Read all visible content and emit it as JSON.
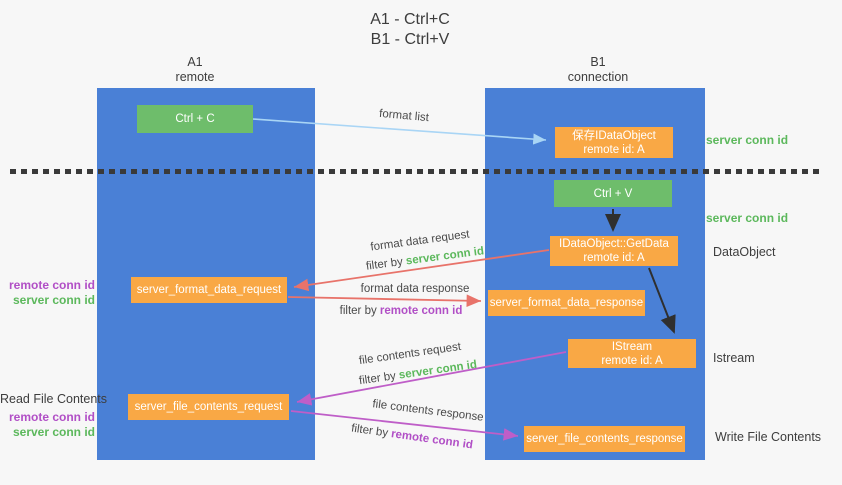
{
  "colors": {
    "bg": "#f7f7f7",
    "lane-blue": "#4a80d6",
    "box-green": "#6ebd6b",
    "box-orange": "#f9a845",
    "arrow-blue": "#a9d5f5",
    "arrow-salmon": "#e8736a",
    "arrow-magenta": "#bf5ec8",
    "arrow-black": "#2f2f2f",
    "text-dark": "#3d3d3d",
    "text-mid": "#4a4a4a",
    "text-green": "#5cb85c",
    "text-purple": "#b14fc6"
  },
  "title": {
    "line1": "A1 - Ctrl+C",
    "line2": "B1 - Ctrl+V"
  },
  "lanes": {
    "left": {
      "name": "A1",
      "subtitle": "remote"
    },
    "right": {
      "name": "B1",
      "subtitle": "connection"
    }
  },
  "nodes": {
    "ctrl_c": {
      "label": "Ctrl + C"
    },
    "ctrl_v": {
      "label": "Ctrl + V"
    },
    "save_dataobject": {
      "line1": "保存IDataObject",
      "line2": "remote id: A"
    },
    "getdata": {
      "line1": "IDataObject::GetData",
      "line2": "remote id: A"
    },
    "istream": {
      "line1": "IStream",
      "line2": "remote id: A"
    },
    "format_request": {
      "label": "server_format_data_request"
    },
    "format_response": {
      "label": "server_format_data_response"
    },
    "file_request": {
      "label": "server_file_contents_request"
    },
    "file_response": {
      "label": "server_file_contents_response"
    }
  },
  "edge_labels": {
    "format_list": "format list",
    "format_data_request": "format data request",
    "filter_server_1": {
      "prefix": "filter by ",
      "highlight": "server conn id"
    },
    "format_data_response": "format data response",
    "filter_remote_1": {
      "prefix": "filter by ",
      "highlight": "remote conn id"
    },
    "file_contents_request": "file contents request",
    "filter_server_2": {
      "prefix": "filter by ",
      "highlight": "server conn id"
    },
    "file_contents_response": "file contents response",
    "filter_remote_2": {
      "prefix": "filter by ",
      "highlight": "remote conn id"
    }
  },
  "side_labels": {
    "left": {
      "remote_conn_id_1": "remote conn id",
      "server_conn_id_1": "server conn id",
      "read_file_contents": "Read File Contents",
      "remote_conn_id_2": "remote conn id",
      "server_conn_id_2": "server conn id"
    },
    "right": {
      "server_conn_id_1": "server conn id",
      "server_conn_id_2": "server conn id",
      "dataobject": "DataObject",
      "istream": "Istream",
      "write_file_contents": "Write File Contents"
    }
  }
}
